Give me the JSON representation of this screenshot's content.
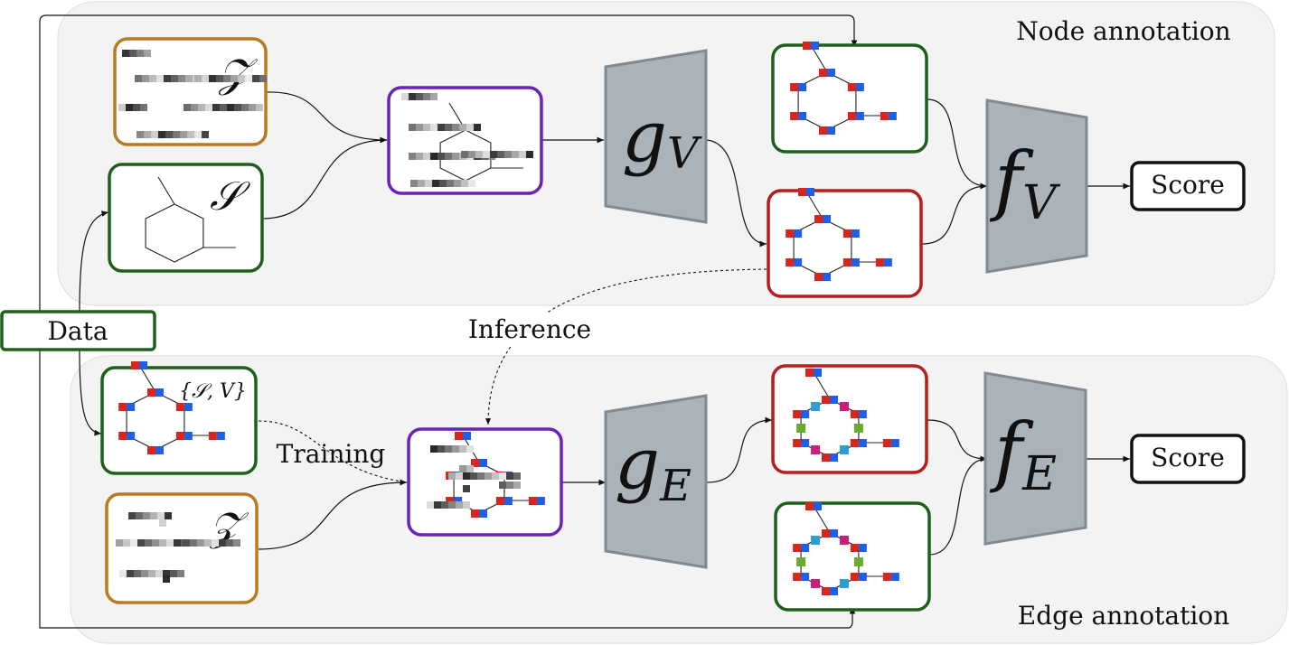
{
  "panels": {
    "node_title": "Node annotation",
    "edge_title": "Edge annotation"
  },
  "labels": {
    "data": "Data",
    "inference": "Inference",
    "training": "Training",
    "score_node": "Score",
    "score_edge": "Score",
    "z_top": "𝒵",
    "s_top": "𝒮",
    "z_bottom": "𝒵",
    "sv_set": "{𝒮, V}"
  },
  "networks": {
    "gv": {
      "base": "g",
      "sub": "V"
    },
    "fv": {
      "base": "f",
      "sub": "V"
    },
    "ge": {
      "base": "g",
      "sub": "E"
    },
    "fe": {
      "base": "f",
      "sub": "E"
    }
  },
  "colors": {
    "panel_bg": "#f3f3f3",
    "green": "#1e5f1a",
    "orange": "#b87a22",
    "purple": "#6a22b8",
    "red": "#b81c1c",
    "network": "#abb3ba",
    "node_red": "#d9261c",
    "node_blue": "#1f5fe0"
  }
}
